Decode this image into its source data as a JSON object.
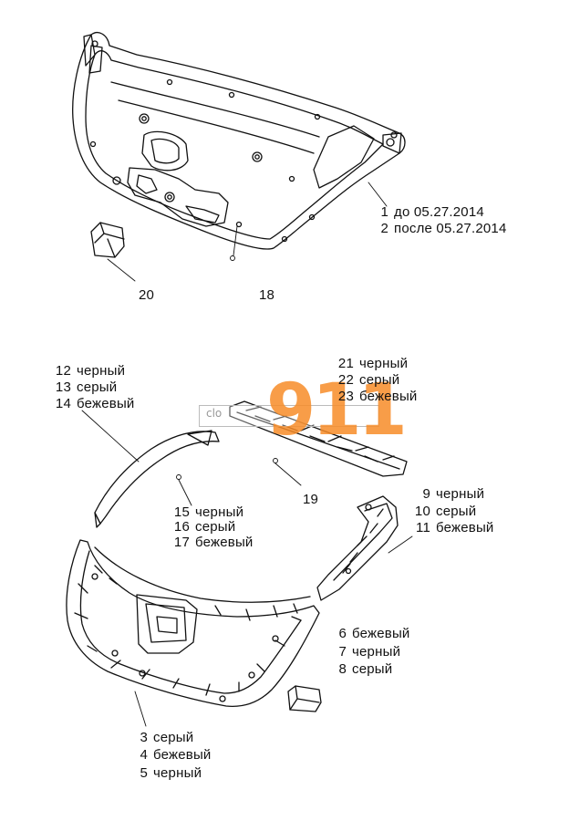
{
  "watermark": {
    "text": "911",
    "small_text": "clo"
  },
  "labels": {
    "l1": {
      "num": "1",
      "text": "до 05.27.2014"
    },
    "l2": {
      "num": "2",
      "text": "после 05.27.2014"
    },
    "l18": {
      "num": "18",
      "text": ""
    },
    "l20": {
      "num": "20",
      "text": ""
    },
    "l12": {
      "num": "12",
      "text": "черный"
    },
    "l13": {
      "num": "13",
      "text": "серый"
    },
    "l14": {
      "num": "14",
      "text": "бежевый"
    },
    "l21": {
      "num": "21",
      "text": "черный"
    },
    "l22": {
      "num": "22",
      "text": "серый"
    },
    "l23": {
      "num": "23",
      "text": "бежевый"
    },
    "l19": {
      "num": "19",
      "text": ""
    },
    "l15": {
      "num": "15",
      "text": "черный"
    },
    "l16": {
      "num": "16",
      "text": "серый"
    },
    "l17": {
      "num": "17",
      "text": "бежевый"
    },
    "l9": {
      "num": "9",
      "text": "черный"
    },
    "l10": {
      "num": "10",
      "text": "серый"
    },
    "l11": {
      "num": "11",
      "text": "бежевый"
    },
    "l6": {
      "num": "6",
      "text": "бежевый"
    },
    "l7": {
      "num": "7",
      "text": "черный"
    },
    "l8": {
      "num": "8",
      "text": "серый"
    },
    "l3": {
      "num": "3",
      "text": "серый"
    },
    "l4": {
      "num": "4",
      "text": "бежевый"
    },
    "l5": {
      "num": "5",
      "text": "черный"
    }
  }
}
